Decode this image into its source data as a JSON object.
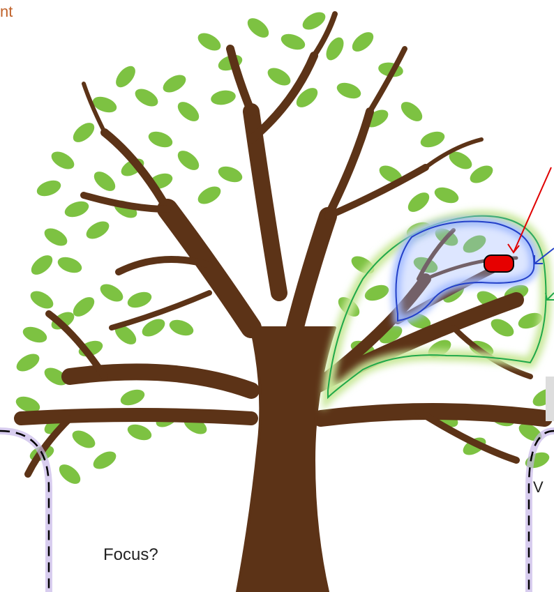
{
  "labels": {
    "top_fragment": "nt",
    "focus": "Focus?",
    "right_fragment": "V"
  },
  "colors": {
    "trunk": "#5c3317",
    "leaf": "#7dc242",
    "top_label": "#c0622a",
    "red_arrow": "#e00000",
    "blue_outline": "#2340c8",
    "blue_glow": "#9fb8ff",
    "green_outline": "#1fa84a",
    "green_glow": "#c9e89a",
    "red_marker": "#e60000",
    "dashed_border": "#000000",
    "dashed_glow": "#c8b8e8"
  }
}
